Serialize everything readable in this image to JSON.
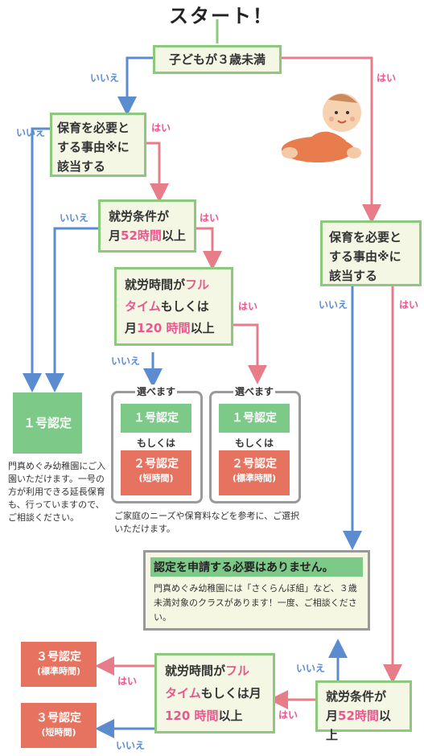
{
  "title": "スタート！",
  "q1": "子どもが３歳未満",
  "q2": "保育を必要とする事由※に該当する",
  "q3": {
    "pre": "就労条件が",
    "mid1": "月",
    "hl": "52時間",
    "post": "以上"
  },
  "q4": {
    "l1a": "就労時間が",
    "l1b": "フル",
    "l2a": "タイム",
    "l2b": "もしくは",
    "l3a": "月",
    "l3b": "120 時間",
    "l3c": "以上"
  },
  "q5": "保育を必要とする事由※に該当する",
  "q6": {
    "pre": "就労条件が",
    "mid1": "月",
    "hl": "52時間",
    "post": "以上"
  },
  "q7": {
    "l1a": "就労時間が",
    "l1b": "フル",
    "l2a": "タイム",
    "l2b": "もしくは月",
    "l3a": "120 時間",
    "l3b": "以上"
  },
  "labels": {
    "yes": "はい",
    "no": "いいえ"
  },
  "result1": {
    "label": "１号認定",
    "note": "門真めぐみ幼稚園にご入園いただけます。一号の方が利用できる延長保育も、行っていますので、ご相談ください。"
  },
  "choose": "選べます",
  "or": "もしくは",
  "choiceA": {
    "top": "１号認定",
    "bottom": "２号認定",
    "sub": "(短時間)"
  },
  "choiceB": {
    "top": "１号認定",
    "bottom": "２号認定",
    "sub": "(標準時間)"
  },
  "choice_note": "ご家庭のニーズや保育料などを参考に、ご選択いただけます。",
  "info": {
    "header": "認定を申請する必要はありません。",
    "body": "門真めぐみ幼稚園には「さくらんぼ組」など、３歳未満対象のクラスがあります！一度、ご相談ください。"
  },
  "result3a": {
    "label": "３号認定",
    "sub": "(標準時間)"
  },
  "result3b": {
    "label": "３号認定",
    "sub": "(短時間)"
  },
  "colors": {
    "green": "#7dc988",
    "red": "#e5735f",
    "blue": "#5b8cd0",
    "pink": "#e8588f",
    "box_border": "#8cc97f",
    "box_fill": "#f4f7e4"
  },
  "illustration": "crawling-baby"
}
